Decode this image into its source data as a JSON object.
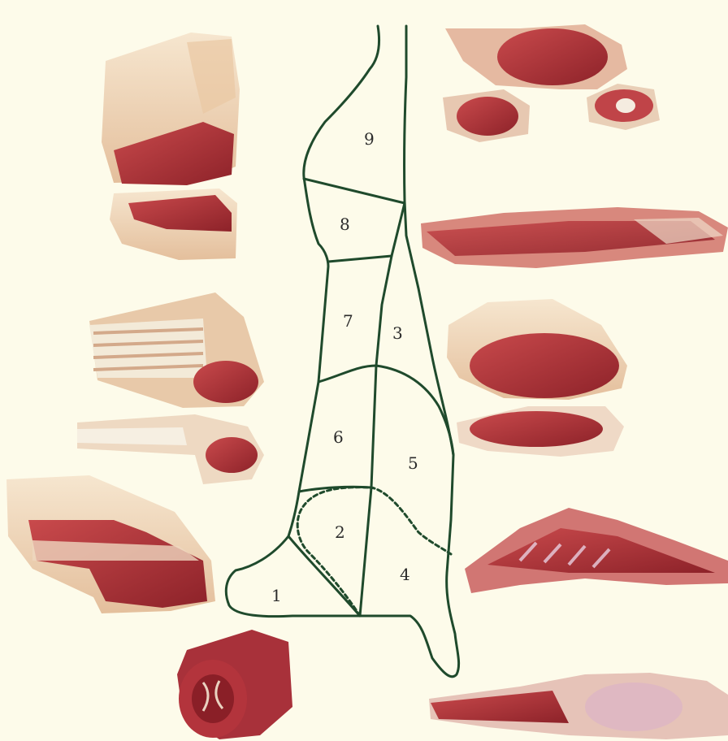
{
  "colors": {
    "background": "#fdfbea",
    "outline": "#1f4a2c",
    "meat_red": "#b5333a",
    "meat_dark": "#7d1c22",
    "fat": "#f2dcc4",
    "bone": "#efe6d7"
  },
  "regions": [
    {
      "id": "1",
      "label": "1"
    },
    {
      "id": "2",
      "label": "2"
    },
    {
      "id": "3",
      "label": "3"
    },
    {
      "id": "4",
      "label": "4"
    },
    {
      "id": "5",
      "label": "5"
    },
    {
      "id": "6",
      "label": "6"
    },
    {
      "id": "7",
      "label": "7"
    },
    {
      "id": "8",
      "label": "8"
    },
    {
      "id": "9",
      "label": "9"
    }
  ],
  "cut_photos": [
    "neck-chop-photo",
    "scrag-end-photo",
    "whole-loin-photo",
    "loin-chops-photo",
    "best-end-rack-photo",
    "rack-cutlet-photo",
    "breast-joint-photo",
    "shoulder-roll-photo",
    "leg-steak-photo",
    "leg-joint-photo",
    "flank-strip-photo",
    "belly-ribs-photo",
    "whole-fillet-photo"
  ]
}
